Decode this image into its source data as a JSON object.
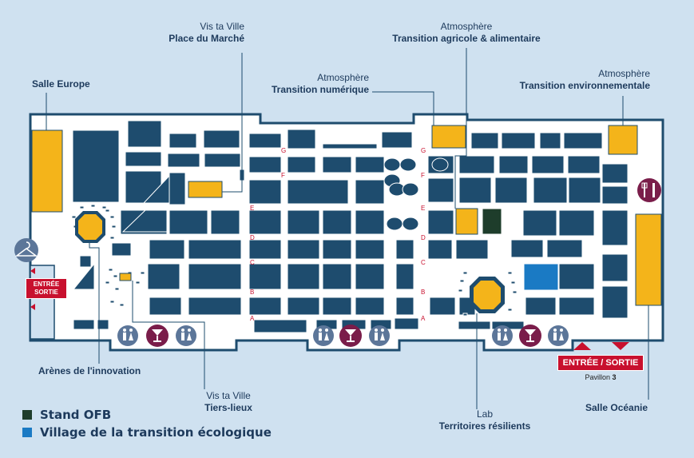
{
  "labels": {
    "salle_europe": "Salle Europe",
    "vis_ta_ville_1": "Vis ta Ville",
    "place_du_marche": "Place du Marché",
    "atmosphere_1": "Atmosphère",
    "transition_numerique": "Transition numérique",
    "atmosphere_2": "Atmosphère",
    "transition_agricole": "Transition agricole & alimentaire",
    "atmosphere_3": "Atmosphère",
    "transition_env": "Transition environnementale",
    "arenes": "Arènes de l'innovation",
    "vis_ta_ville_2": "Vis ta Ville",
    "tiers_lieux": "Tiers-lieux",
    "lab": "Lab",
    "territoires": "Territoires résilients",
    "salle_oceanie": "Salle Océanie"
  },
  "entrance_left": {
    "line1": "ENTRÉE",
    "line2": "SORTIE"
  },
  "entrance_bottom": {
    "label": "ENTRÉE / SORTIE",
    "pavillon": "Pavillon",
    "number": "3"
  },
  "aisle_letters": [
    "G",
    "F",
    "E",
    "D",
    "C",
    "B",
    "A"
  ],
  "legend": [
    {
      "label": "Stand OFB",
      "color": "#1e3d2b"
    },
    {
      "label": "Village de la transition écologique",
      "color": "#1a7ac4"
    }
  ],
  "colors": {
    "background": "#cfe1f0",
    "hall": "#ffffff",
    "booth": "#1e4c6e",
    "highlight": "#f4b41a",
    "ofb": "#1e3d2b",
    "village": "#1a7ac4",
    "amenity": "#7a1d4a",
    "exit": "#c8102e"
  },
  "icons": [
    "cloakroom-icon",
    "restroom-icon",
    "bar-icon",
    "restaurant-icon",
    "arrow-up-icon",
    "arrow-down-icon"
  ]
}
